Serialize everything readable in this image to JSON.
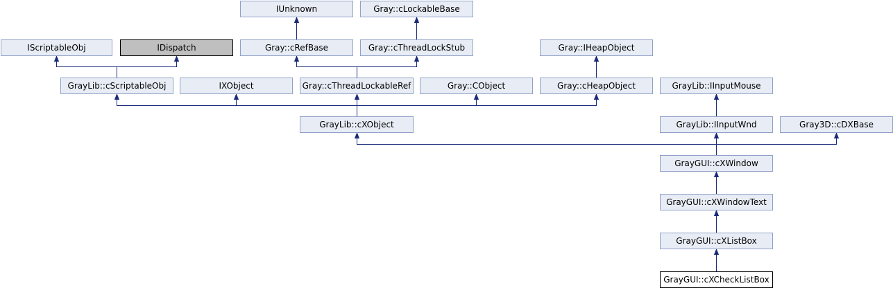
{
  "colors": {
    "node_fill": "#e8edf5",
    "node_border": "#90a0c8",
    "highlight_fill": "#bfbfbf",
    "highlight_border": "#000000",
    "current_fill": "#ffffff",
    "current_border": "#000000",
    "edge": "#1a2b7a"
  },
  "nodes": [
    {
      "id": "iunknown",
      "label": "IUnknown",
      "style": "normal"
    },
    {
      "id": "clockablebase",
      "label": "Gray::cLockableBase",
      "style": "normal"
    },
    {
      "id": "iscriptableobj",
      "label": "IScriptableObj",
      "style": "normal"
    },
    {
      "id": "idispatch",
      "label": "IDispatch",
      "style": "highlight"
    },
    {
      "id": "crefbase",
      "label": "Gray::cRefBase",
      "style": "normal"
    },
    {
      "id": "cthreadlockstub",
      "label": "Gray::cThreadLockStub",
      "style": "normal"
    },
    {
      "id": "iheapobject",
      "label": "Gray::IHeapObject",
      "style": "normal"
    },
    {
      "id": "cscriptableobj",
      "label": "GrayLib::cScriptableObj",
      "style": "normal"
    },
    {
      "id": "ixobject",
      "label": "IXObject",
      "style": "normal"
    },
    {
      "id": "cthreadlockableref",
      "label": "Gray::cThreadLockableRef",
      "style": "normal"
    },
    {
      "id": "cobject",
      "label": "Gray::CObject",
      "style": "normal"
    },
    {
      "id": "cheapobject",
      "label": "Gray::cHeapObject",
      "style": "normal"
    },
    {
      "id": "iinputmouse",
      "label": "GrayLib::IInputMouse",
      "style": "normal"
    },
    {
      "id": "cxobject",
      "label": "GrayLib::cXObject",
      "style": "normal"
    },
    {
      "id": "iinputwnd",
      "label": "GrayLib::IInputWnd",
      "style": "normal"
    },
    {
      "id": "cdxbase",
      "label": "Gray3D::cDXBase",
      "style": "normal"
    },
    {
      "id": "cxwindow",
      "label": "GrayGUI::cXWindow",
      "style": "normal"
    },
    {
      "id": "cxwindowtext",
      "label": "GrayGUI::cXWindowText",
      "style": "normal"
    },
    {
      "id": "cxlistbox",
      "label": "GrayGUI::cXListBox",
      "style": "normal"
    },
    {
      "id": "cxchecklistbox",
      "label": "GrayGUI::cXCheckListBox",
      "style": "current"
    }
  ],
  "edges": [
    {
      "child": "crefbase",
      "parents": [
        "iunknown"
      ]
    },
    {
      "child": "cthreadlockstub",
      "parents": [
        "clockablebase"
      ]
    },
    {
      "child": "cscriptableobj",
      "parents": [
        "iscriptableobj",
        "idispatch"
      ]
    },
    {
      "child": "cthreadlockableref",
      "parents": [
        "crefbase",
        "cthreadlockstub"
      ]
    },
    {
      "child": "cheapobject",
      "parents": [
        "iheapobject"
      ]
    },
    {
      "child": "cxobject",
      "parents": [
        "cscriptableobj",
        "ixobject",
        "cthreadlockableref",
        "cobject",
        "cheapobject"
      ]
    },
    {
      "child": "iinputwnd",
      "parents": [
        "iinputmouse"
      ]
    },
    {
      "child": "cxwindow",
      "parents": [
        "cxobject",
        "iinputwnd",
        "cdxbase"
      ]
    },
    {
      "child": "cxwindowtext",
      "parents": [
        "cxwindow"
      ]
    },
    {
      "child": "cxlistbox",
      "parents": [
        "cxwindowtext"
      ]
    },
    {
      "child": "cxchecklistbox",
      "parents": [
        "cxlistbox"
      ]
    }
  ]
}
